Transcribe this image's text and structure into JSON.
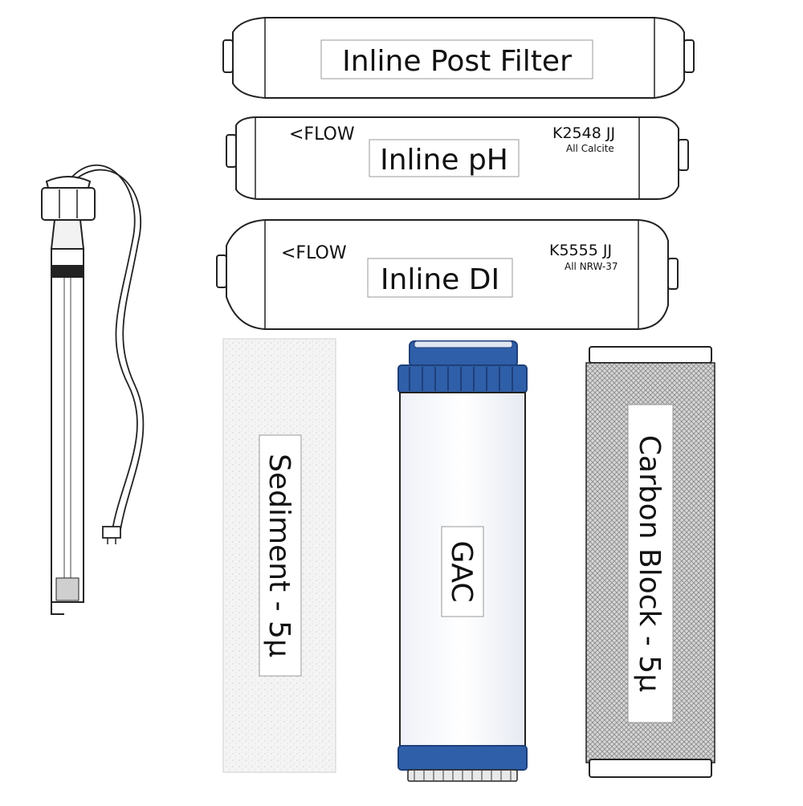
{
  "filters": {
    "post": {
      "label": "Inline Post Filter"
    },
    "ph": {
      "flow": "<FLOW",
      "label": "Inline pH",
      "code": "K2548 JJ",
      "media": "All Calcite"
    },
    "di": {
      "flow": "<FLOW",
      "label": "Inline DI",
      "code": "K5555 JJ",
      "media": "All NRW-37"
    },
    "sediment": {
      "label": "Sediment - 5μ"
    },
    "gac": {
      "label": "GAC"
    },
    "carbon": {
      "label": "Carbon Block - 5μ"
    }
  },
  "colors": {
    "gac_cap": "#2f5fa8",
    "gac_cap_dark": "#1e3f7a",
    "outline": "#222222",
    "label_border": "#999999"
  },
  "icons": {
    "uv_lamp": "uv-lamp-icon"
  }
}
